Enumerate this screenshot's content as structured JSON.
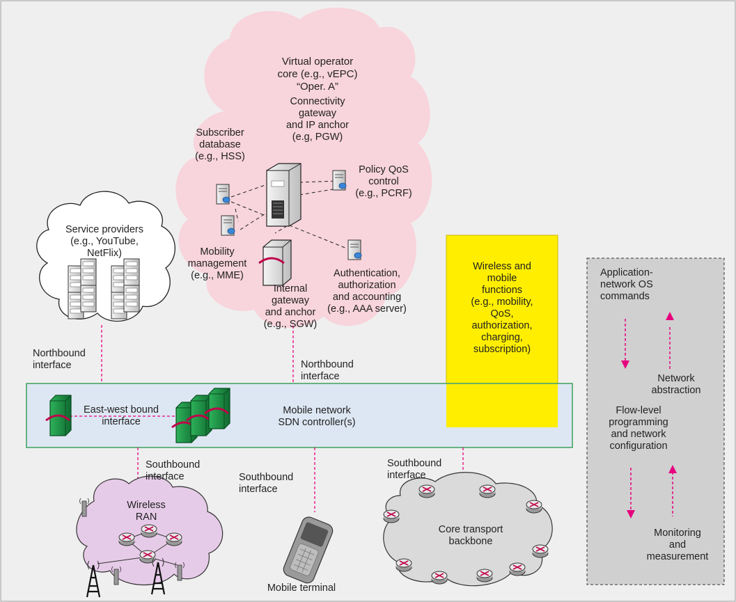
{
  "cloud_core": {
    "title": "Virtual operator\ncore (e.g., vEPC)\n“Oper. A”",
    "pgw": "Connectivity\ngateway\nand IP anchor\n(e.g, PGW)",
    "hss": "Subscriber\ndatabase\n(e.g., HSS)",
    "pcrf": "Policy QoS\ncontrol\n(e.g., PCRF)",
    "mme": "Mobility\nmanagement\n(e.g., MME)",
    "sgw": "Internal\ngateway\nand anchor\n(e.g., SGW)",
    "aaa": "Authentication,\nauthorization\nand accounting\n(e.g., AAA server)"
  },
  "service_providers": "Service providers\n(e.g., YouTube,\nNetFlix)",
  "northbound_left": "Northbound\ninterface",
  "northbound_center": "Northbound\ninterface",
  "wireless_functions": "Wireless and\nmobile\nfunctions\n(e.g., mobility,\nQoS,\nauthorization,\ncharging,\nsubscription)",
  "controller": {
    "title": "Mobile network\nSDN controller(s)",
    "east_west": "East-west bound\ninterface"
  },
  "southbound_left": "Southbound\ninterface",
  "southbound_center": "Southbound\ninterface",
  "southbound_right": "Southbound\ninterface",
  "wireless_ran": "Wireless\nRAN",
  "mobile_terminal": "Mobile terminal",
  "core_transport": "Core transport\nbackbone",
  "side_panel": {
    "app_os": "Application-\nnetwork OS\ncommands",
    "net_abstraction": "Network\nabstraction",
    "flow_prog": "Flow-level\nprogramming\nand network\nconfiguration",
    "monitoring": "Monitoring\nand\nmeasurement"
  },
  "colors": {
    "background": "#efefef",
    "cloud_core": "#f8d4dc",
    "controller": "#dbe6f3",
    "controller_border": "#3fa05a",
    "functions": "#ffee00",
    "ran_cloud": "#e6cbe8",
    "backbone_cloud": "#dadada",
    "side_panel": "#d0d0d0",
    "arrow": "#e6007e",
    "green_device": "#1a9444"
  }
}
